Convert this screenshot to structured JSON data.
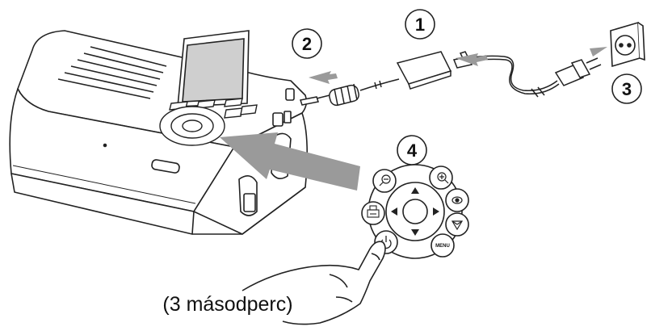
{
  "steps": [
    {
      "number": "1",
      "meaning": "connect-adapter"
    },
    {
      "number": "2",
      "meaning": "plug-into-printer"
    },
    {
      "number": "3",
      "meaning": "plug-into-wall-outlet"
    },
    {
      "number": "4",
      "meaning": "press-power-button"
    }
  ],
  "caption": "(3 másodperc)",
  "control_pad": {
    "menu_label": "MENU"
  },
  "colors": {
    "outline": "#222222",
    "arrow_gray": "#9a9a9a",
    "body_fill": "#ffffff",
    "screen_fill": "#cfcfcf"
  },
  "icons": [
    "zoom-out-icon",
    "zoom-in-icon",
    "print-icon",
    "view-icon",
    "effects-icon",
    "power-icon",
    "menu-icon"
  ]
}
